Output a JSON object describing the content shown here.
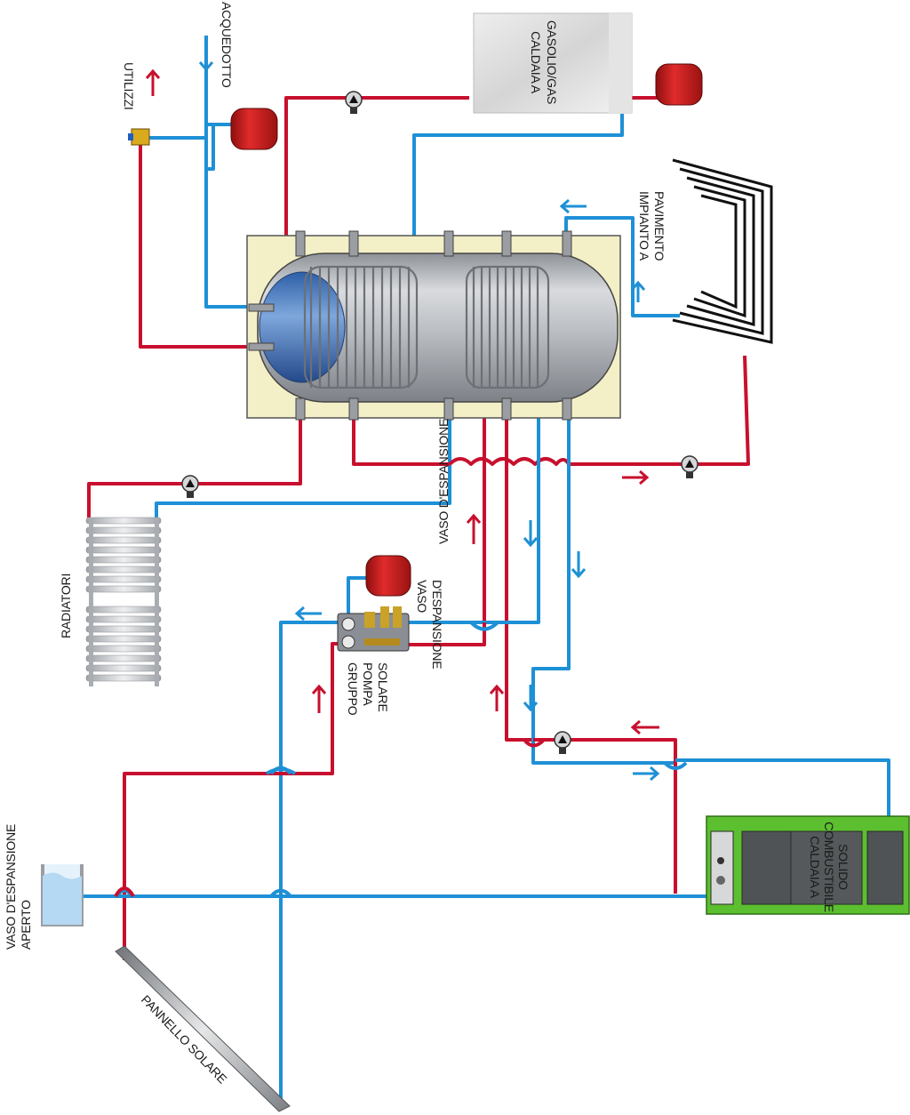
{
  "labels": {
    "acquedotto": "ACQUEDOTTO",
    "utilizzi": "UTILIZZI",
    "caldaia_gas": [
      "CALDAIA A",
      "GASOLIO/GAS"
    ],
    "impianto": [
      "IMPIANTO A",
      "PAVIMENTO"
    ],
    "radiatori": "RADIATORI",
    "vaso_espansione_mid": [
      "VASO",
      "D'ESPANSIONE"
    ],
    "vaso_espansione_top": "VASO D'ESPANSIONE",
    "gruppo_pompa": [
      "GRUPPO",
      "POMPA",
      "SOLARE"
    ],
    "vaso_aperto": [
      "VASO D'ESPANSIONE",
      "APERTO"
    ],
    "caldaia_solido": [
      "CALDAIA A",
      "COMBUSTIBILE",
      "SOLIDO"
    ],
    "pannello": "PANNELLO SOLARE"
  },
  "colors": {
    "hot_pipe": "#c8102e",
    "cold_pipe": "#1e90d6",
    "tank_insulation": "#f3efc7",
    "tank_steel": "#b9bcc2",
    "boiler_green": "#5cbf2f",
    "expansion_vessel": "#d11f1f"
  }
}
